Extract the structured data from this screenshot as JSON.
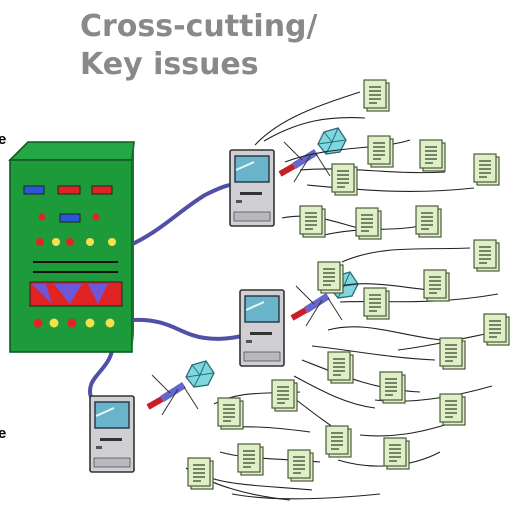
{
  "title": {
    "line1": "Cross-cutting/",
    "line2": "Key issues"
  },
  "side_text": {
    "top": "e",
    "bottom": "e"
  },
  "colors": {
    "title_text": "#8a8888",
    "server_body": "#1d9a3a",
    "server_edge": "#0f5a20",
    "cable": "#5050a8",
    "computer_body": "#cfcfd4",
    "computer_screen": "#69b4c8",
    "satellite": "#7fd8df",
    "document_fill": "#dff0c8",
    "document_edge": "#4a5a3a",
    "wire": "#222222"
  },
  "icons": {
    "server": "server-rack-icon",
    "computer": "desktop-computer-icon",
    "satellite": "satellite-dish-icon",
    "document": "document-icon"
  }
}
